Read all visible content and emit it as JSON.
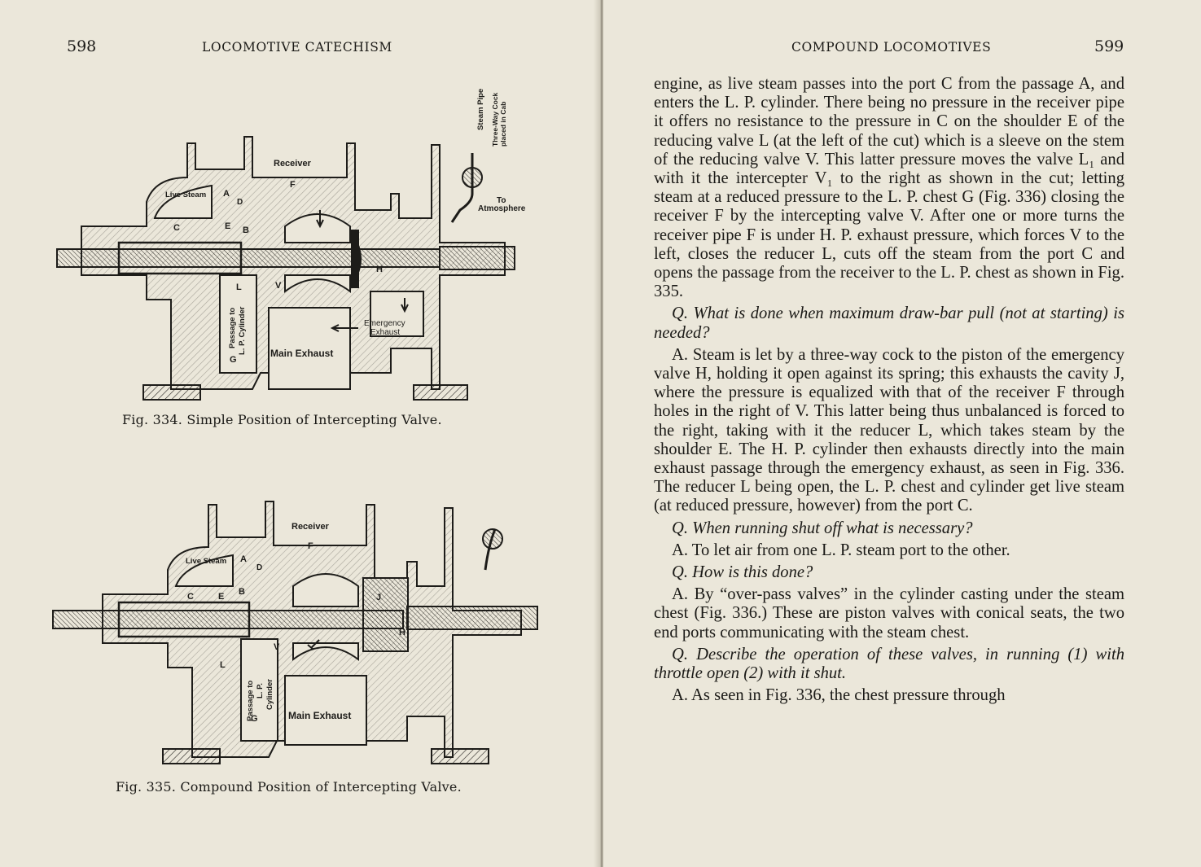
{
  "left_page": {
    "page_number": "598",
    "running_head": "LOCOMOTIVE CATECHISM",
    "figure_334": {
      "caption": "Fig. 334.  Simple Position of Intercepting Valve.",
      "labels": {
        "steam_pipe": "Steam Pipe",
        "three_way_cock": "Three-Way Cock",
        "placed_in_cab": "placed in Cab",
        "receiver": "Receiver",
        "receiver_f": "F",
        "live_steam": "Live Steam",
        "a": "A",
        "d": "D",
        "c": "C",
        "e": "E",
        "b": "B",
        "h": "H",
        "l": "L",
        "v": "V",
        "g": "G",
        "to": "To",
        "atmosphere": "Atmosphere",
        "passage_1": "Passage to",
        "passage_2": "L. P. Cylinder",
        "emergency": "Emergency",
        "exhaust": "Exhaust",
        "main_exhaust": "Main Exhaust"
      }
    },
    "figure_335": {
      "caption": "Fig. 335.  Compound Position of Intercepting Valve.",
      "labels": {
        "receiver": "Receiver",
        "receiver_f": "F",
        "live_steam": "Live Steam",
        "a": "A",
        "d": "D",
        "c": "C",
        "e": "E",
        "b": "B",
        "j": "J",
        "h": "H",
        "v": "V",
        "l": "L",
        "g": "G",
        "passage_1": "Passage to",
        "passage_2": "L. P.",
        "passage_3": "Cylinder",
        "main_exhaust": "Main Exhaust"
      }
    }
  },
  "right_page": {
    "page_number": "599",
    "running_head": "COMPOUND LOCOMOTIVES",
    "paragraphs": [
      {
        "kind": "body",
        "text": "engine, as live steam passes into the port C from the passage A, and enters the L. P. cylinder. There being no pressure in the receiver pipe it offers no resistance to the pressure in C on the shoulder E of the reducing valve L (at the left of the cut) which is a sleeve on the stem of the reducing valve V. This latter pressure moves the valve L₁ and with it the intercepter V₁ to the right as shown in the cut; letting steam at a reduced pressure to the L. P. chest G (Fig. 336) closing the receiver F by the intercepting valve V. After one or more turns the receiver pipe F is under H. P. exhaust pressure, which forces V to the left, closes the reducer L, cuts off the steam from the port C and opens the passage from the receiver to the L. P. chest as shown in Fig. 335."
      },
      {
        "kind": "question",
        "text": "Q. What is done when maximum draw-bar pull (not at starting) is needed?"
      },
      {
        "kind": "answer",
        "text": "A. Steam is let by a three-way cock to the piston of the emergency valve H, holding it open against its spring; this exhausts the cavity J, where the pressure is equalized with that of the receiver F through holes in the right of V. This latter being thus unbalanced is forced to the right, taking with it the reducer L, which takes steam by the shoulder E. The H. P. cylinder then exhausts directly into the main exhaust passage through the emergency exhaust, as seen in Fig. 336. The reducer L being open, the L. P. chest and cylinder get live steam (at reduced pressure, however) from the port C."
      },
      {
        "kind": "question",
        "text": "Q. When running shut off what is necessary?"
      },
      {
        "kind": "answer",
        "text": "A. To let air from one L. P. steam port to the other."
      },
      {
        "kind": "question",
        "text": "Q. How is this done?"
      },
      {
        "kind": "answer",
        "text": "A. By “over-pass valves” in the cylinder casting under the steam chest (Fig. 336.) These are piston valves with conical seats, the two end ports communicating with the steam chest."
      },
      {
        "kind": "question",
        "text": "Q. Describe the operation of these valves, in running (1) with throttle open (2) with it shut."
      },
      {
        "kind": "answer",
        "text": "A. As seen in Fig. 336, the chest pressure through"
      }
    ]
  }
}
